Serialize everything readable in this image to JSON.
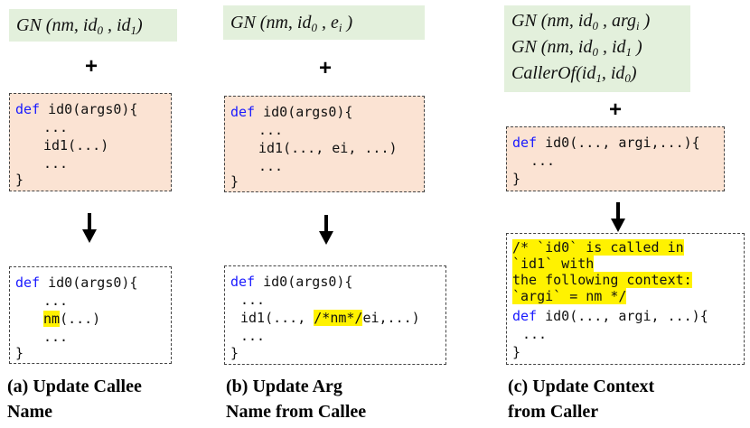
{
  "col_a": {
    "gn": [
      "GN (nm, id0 , id1)"
    ],
    "plus": "+",
    "code_before": [
      "def id0(args0){",
      "...",
      "id1(...)",
      "...",
      "}"
    ],
    "code_after": [
      "def id0(args0){",
      "...",
      "nm",
      "(...)",
      "...",
      "}"
    ],
    "caption": [
      "(a) Update Callee",
      "Name"
    ]
  },
  "col_b": {
    "gn": [
      "GN (nm, id0 , ei )"
    ],
    "plus": "+",
    "code_before": [
      "def id0(args0){",
      "...",
      "id1(..., ei, ...)",
      "...",
      "}"
    ],
    "code_after": [
      "def id0(args0){",
      "...",
      "id1(..., ",
      "/*nm*/",
      "ei,...)",
      "...",
      "}"
    ],
    "caption": [
      "(b) Update Arg",
      "Name from Callee"
    ]
  },
  "col_c": {
    "gn": [
      "GN (nm, id0 , argi )",
      "GN (nm, id0 , id1 )",
      "CallerOf(id1, id0)"
    ],
    "plus": "+",
    "code_before": [
      "def id0(..., argi,...){",
      "...",
      "}"
    ],
    "code_after": [
      "/* `id0` is called in",
      "`id1` with",
      "the following context:",
      "`argi` = nm */",
      "def id0(..., argi, ...){",
      "...",
      "}"
    ],
    "caption": [
      "(c) Update Context",
      "from Caller"
    ]
  },
  "colors": {
    "gn_bg": "#e3f0dc",
    "code_bg": "#fbe3d3",
    "highlight": "#fff200",
    "keyword": "#1a1aff"
  }
}
